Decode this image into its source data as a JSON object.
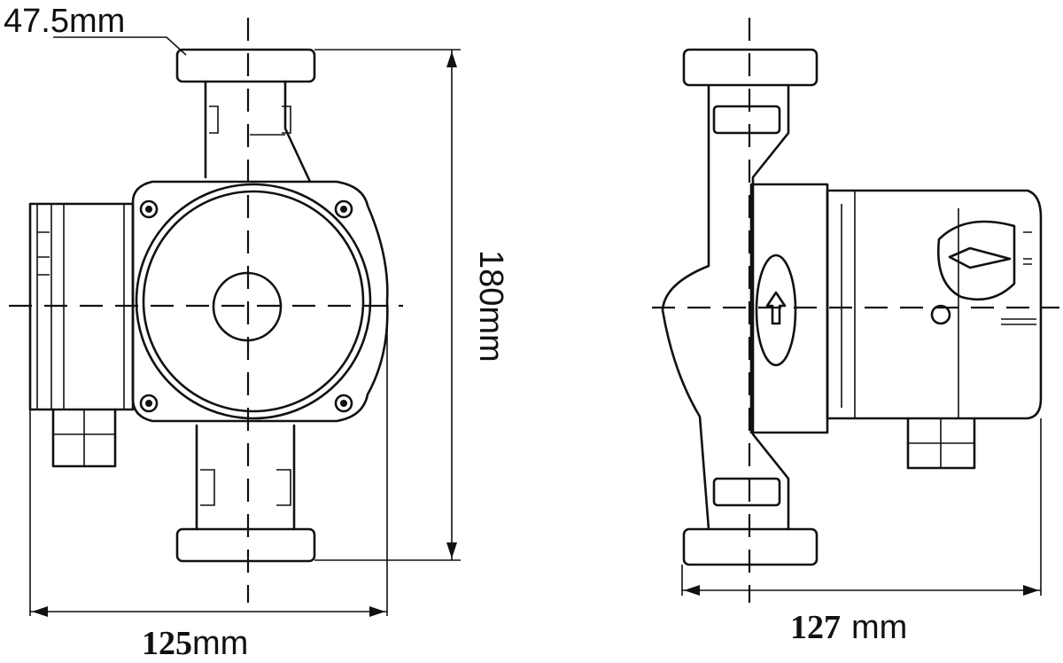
{
  "dimensions": {
    "flange_width": "47.5mm",
    "height": "180mm",
    "front_width_value": "125",
    "front_width_unit": "mm",
    "side_width_value": "127",
    "side_width_unit": "mm"
  },
  "colors": {
    "line": "#111111",
    "background": "#ffffff"
  }
}
